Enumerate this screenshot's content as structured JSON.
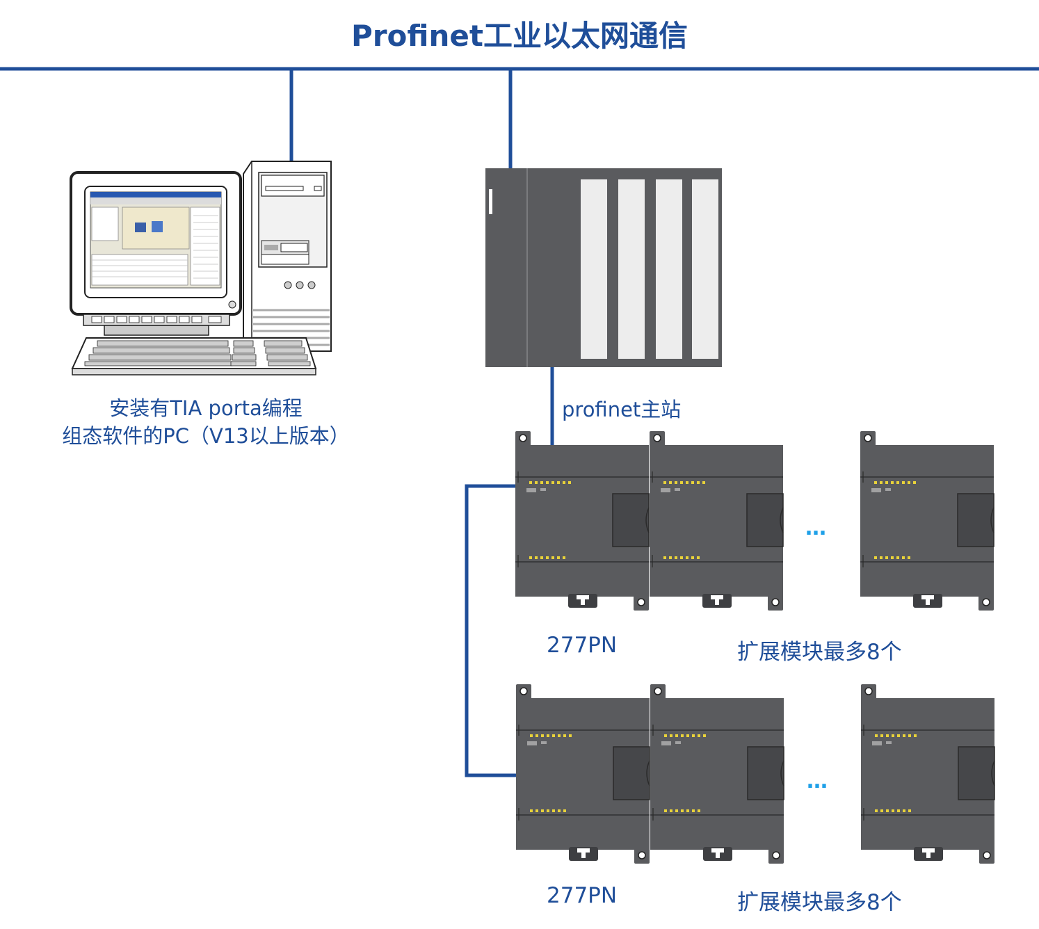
{
  "title": "Profinet工业以太网通信",
  "pc": {
    "label_line1": "安装有TIA porta编程",
    "label_line2": "组态软件的PC（V13以上版本）"
  },
  "master": {
    "label": "profinet主站"
  },
  "rows": [
    {
      "module_label": "277PN",
      "expansion_label": "扩展模块最多8个",
      "ellipsis": "…"
    },
    {
      "module_label": "277PN",
      "expansion_label": "扩展模块最多8个",
      "ellipsis": "…"
    }
  ],
  "colors": {
    "network_line": "#1f4e99",
    "label_text": "#1f4e99",
    "ellipsis": "#1ea0e8",
    "module_body": "#5a5b5e",
    "led": "#e8d23a"
  }
}
